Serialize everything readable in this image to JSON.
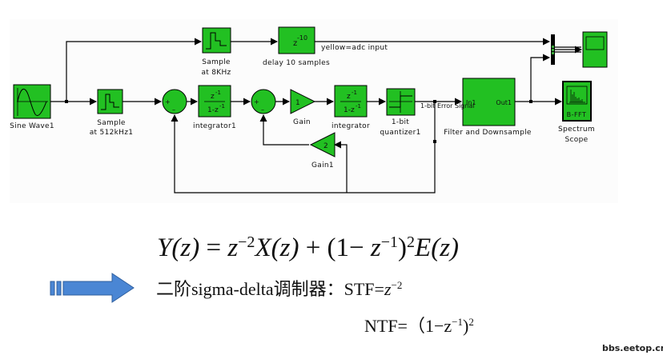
{
  "diagram": {
    "blocks": {
      "sine_wave": {
        "label": "Sine Wave1"
      },
      "sample_512k": {
        "label_line1": "Sample",
        "label_line2": "at 512kHz1"
      },
      "sample_8k": {
        "label_line1": "Sample",
        "label_line2": "at 8KHz"
      },
      "delay": {
        "label": "delay 10 samples",
        "content_base": "z",
        "content_exp": "-10"
      },
      "integrator1": {
        "label": "integrator1",
        "num": "z",
        "num_exp": "-1",
        "den": "1-z",
        "den_exp": "-1"
      },
      "integrator": {
        "label": "integrator",
        "num": "z",
        "num_exp": "-1",
        "den": "1-z",
        "den_exp": "-1"
      },
      "gain": {
        "label": "Gain",
        "value": "1"
      },
      "gain1": {
        "label": "Gain1",
        "value": "2"
      },
      "quantizer": {
        "label_line1": "1-bit",
        "label_line2": "quantizer1"
      },
      "filter": {
        "label": "Filter and Downsample",
        "in_port": "In1",
        "out_port": "Out1"
      },
      "spectrum_scope": {
        "label_line1": "Spectrum",
        "label_line2": "Scope",
        "content": "B-FFT"
      },
      "sum1": {
        "plus": "+",
        "minus": "–"
      },
      "sum2": {
        "plus": "+",
        "minus": "–"
      }
    },
    "signals": {
      "adc_input": "yellow=adc input",
      "error_signal": "1-bit Error Signal"
    },
    "colors": {
      "block_fill": "#22c022",
      "line": "#000000",
      "arrow_blue": "#4a86d4"
    }
  },
  "equations": {
    "main": {
      "Y": "Y",
      "z1": "(z)",
      "eq": " = ",
      "z": "z",
      "exp1": "−2",
      "X": "X",
      "z2": "(z)",
      "plus": " + (1− ",
      "z3": "z",
      "exp2": "−1",
      "close": ")",
      "exp3": "2",
      "E": "E",
      "z4": "(z)"
    },
    "stf": {
      "text": "二阶sigma-delta调制器：STF=",
      "var": "z",
      "exp": "−2"
    },
    "ntf": {
      "text": "NTF=（1−z",
      "exp1": "−1",
      "close": ")",
      "exp2": "2"
    }
  },
  "watermark": "bbs.eetop.cn"
}
